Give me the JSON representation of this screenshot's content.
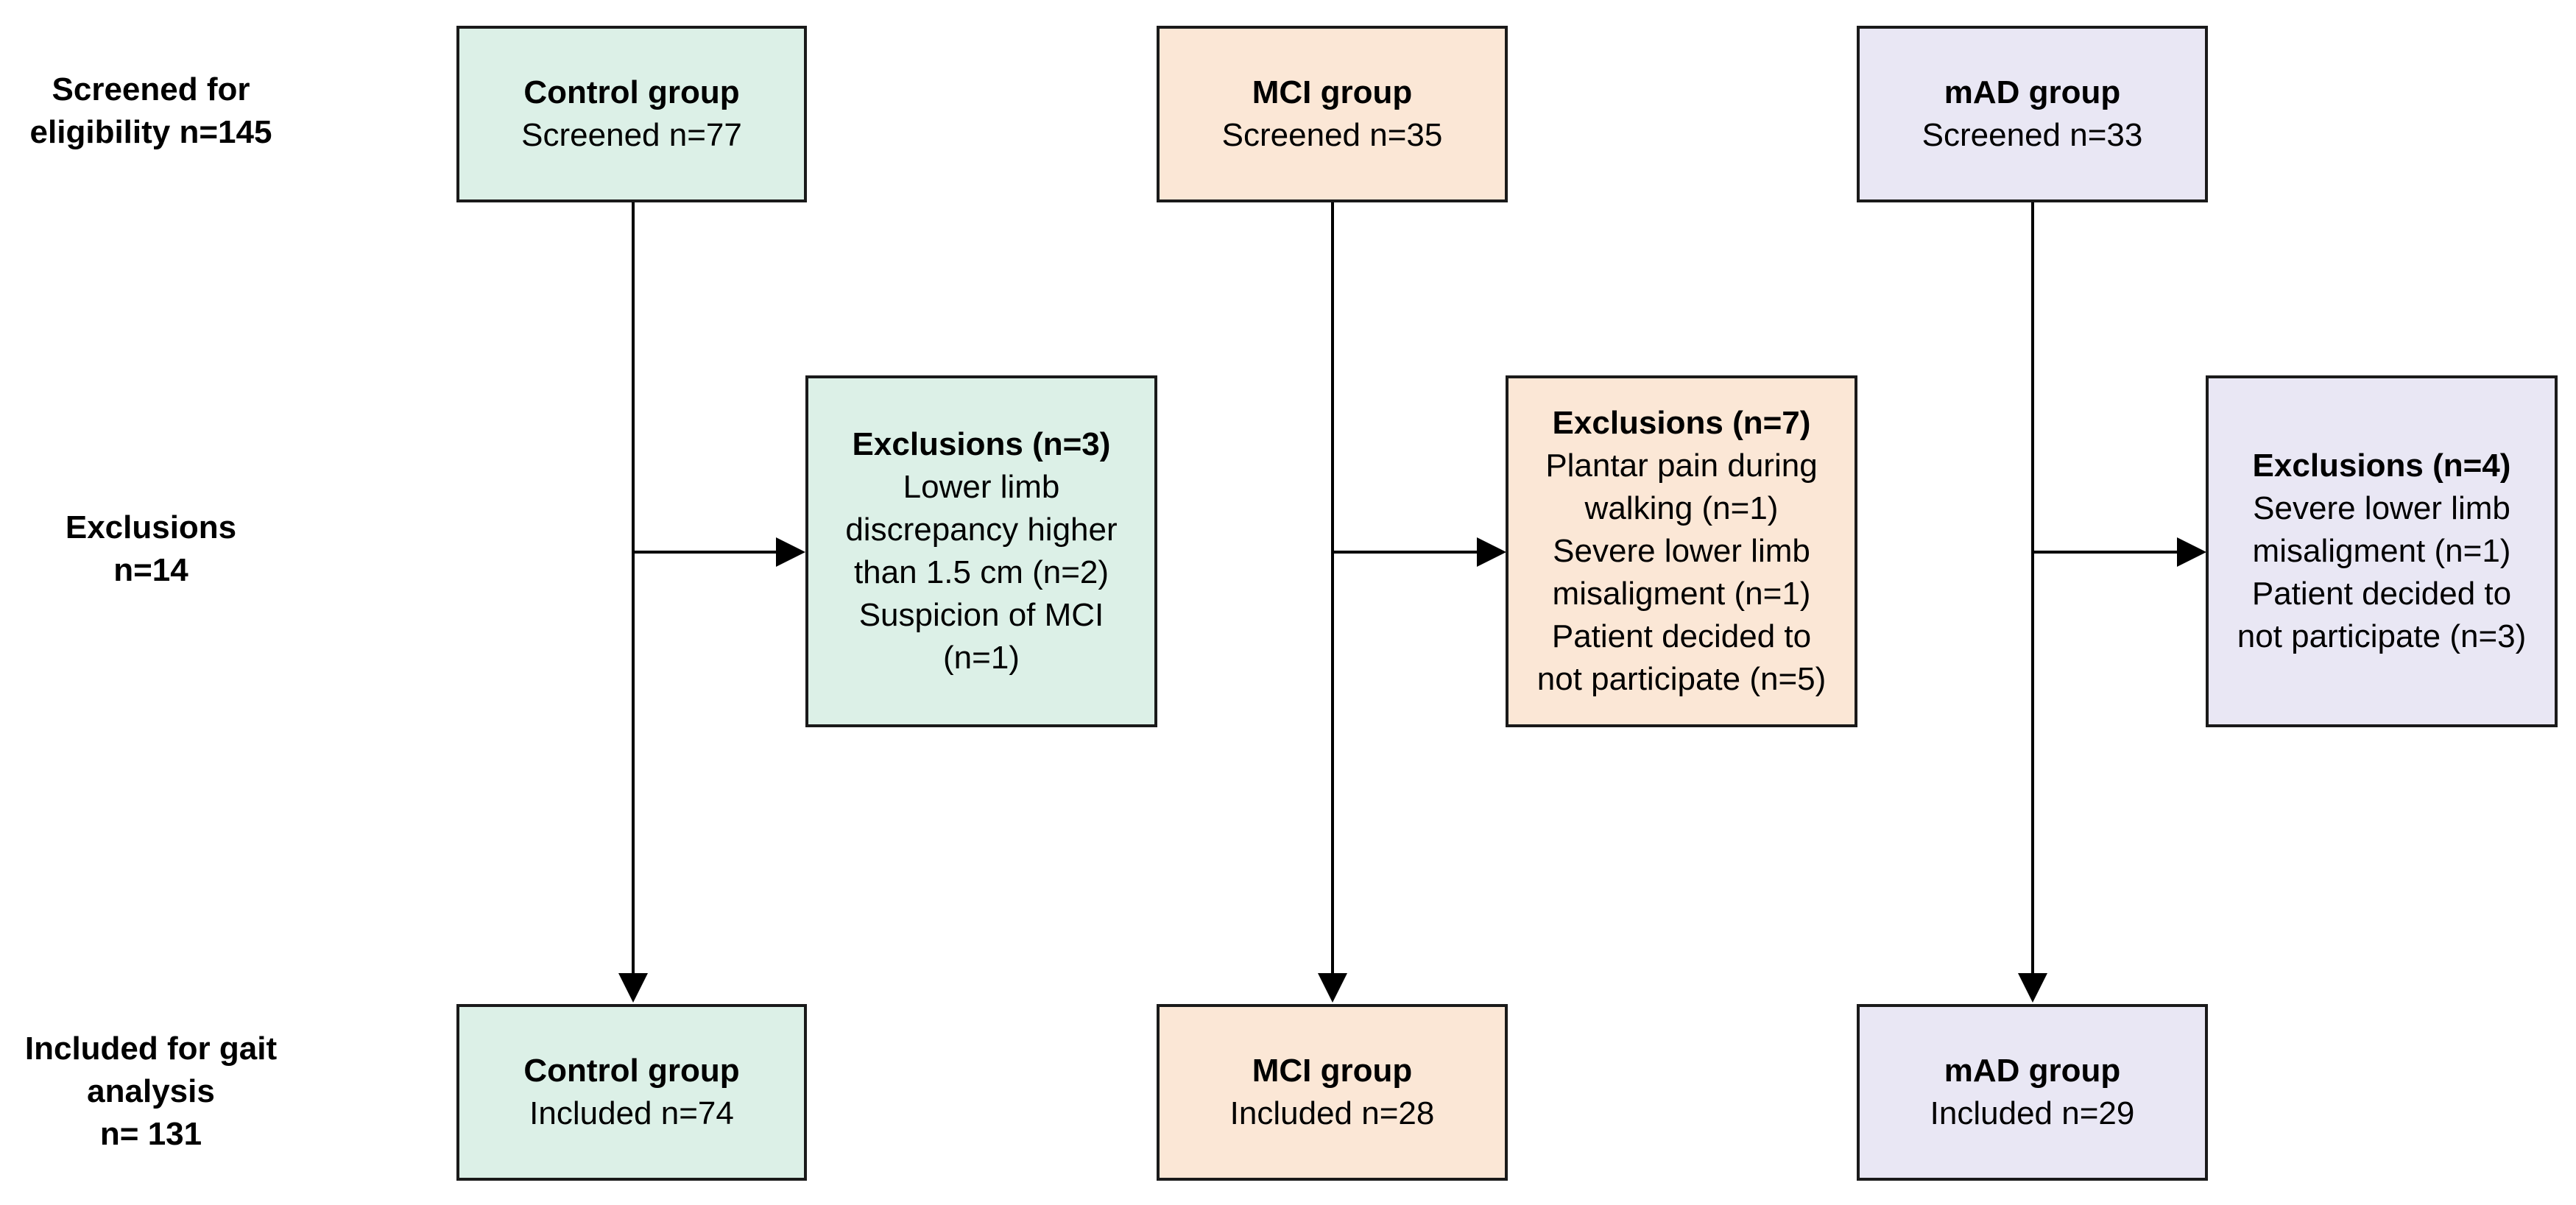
{
  "colors": {
    "control": "#dcf0e7",
    "mci": "#fbe7d6",
    "mad": "#e9e7f4",
    "border": "#1a1a1a",
    "line": "#000000"
  },
  "row_labels": {
    "screened": [
      "Screened for",
      "eligibility n=145"
    ],
    "exclusions": [
      "Exclusions",
      "n=14"
    ],
    "included": [
      "Included for gait",
      "analysis",
      "n= 131"
    ]
  },
  "control": {
    "screened": {
      "title": "Control group",
      "text": "Screened n=77"
    },
    "exclusions": {
      "title": "Exclusions (n=3)",
      "lines": [
        "Lower limb",
        "discrepancy higher",
        "than 1.5 cm (n=2)",
        "Suspicion of MCI",
        "(n=1)"
      ]
    },
    "included": {
      "title": "Control group",
      "text": "Included n=74"
    }
  },
  "mci": {
    "screened": {
      "title": "MCI group",
      "text": "Screened n=35"
    },
    "exclusions": {
      "title": "Exclusions (n=7)",
      "lines": [
        "Plantar pain during",
        "walking (n=1)",
        "Severe lower limb",
        "misaligment (n=1)",
        "Patient decided to",
        "not participate (n=5)"
      ]
    },
    "included": {
      "title": "MCI group",
      "text": "Included n=28"
    }
  },
  "mad": {
    "screened": {
      "title": "mAD group",
      "text": "Screened n=33"
    },
    "exclusions": {
      "title": "Exclusions (n=4)",
      "lines": [
        "Severe lower limb",
        "misaligment (n=1)",
        "Patient decided to",
        "not participate (n=3)"
      ]
    },
    "included": {
      "title": "mAD group",
      "text": "Included n=29"
    }
  }
}
